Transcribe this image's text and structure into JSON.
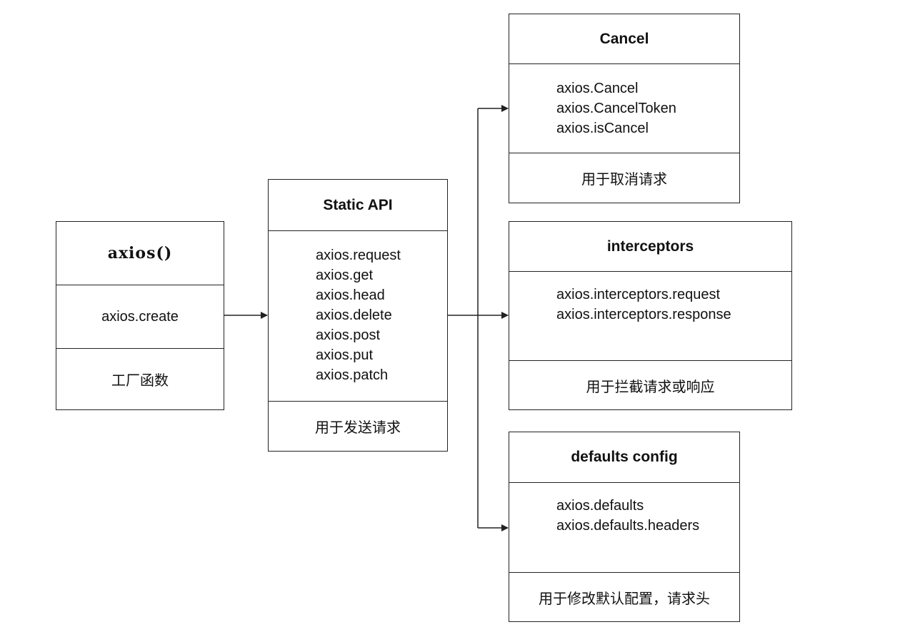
{
  "axios_box": {
    "title": "axios()",
    "method": "axios.create",
    "description": "工厂函数"
  },
  "static_api_box": {
    "title": "Static API",
    "items": [
      "axios.request",
      "axios.get",
      "axios.head",
      "axios.delete",
      "axios.post",
      "axios.put",
      "axios.patch"
    ],
    "description": "用于发送请求"
  },
  "cancel_box": {
    "title": "Cancel",
    "items": [
      "axios.Cancel",
      "axios.CancelToken",
      "axios.isCancel"
    ],
    "description": "用于取消请求"
  },
  "interceptors_box": {
    "title": "interceptors",
    "items": [
      "axios.interceptors.request",
      "axios.interceptors.response"
    ],
    "description": "用于拦截请求或响应"
  },
  "defaults_box": {
    "title": "defaults config",
    "items": [
      "axios.defaults",
      "axios.defaults.headers"
    ],
    "description": "用于修改默认配置，请求头"
  },
  "colors": {
    "stroke": "#222222",
    "background": "#ffffff"
  }
}
